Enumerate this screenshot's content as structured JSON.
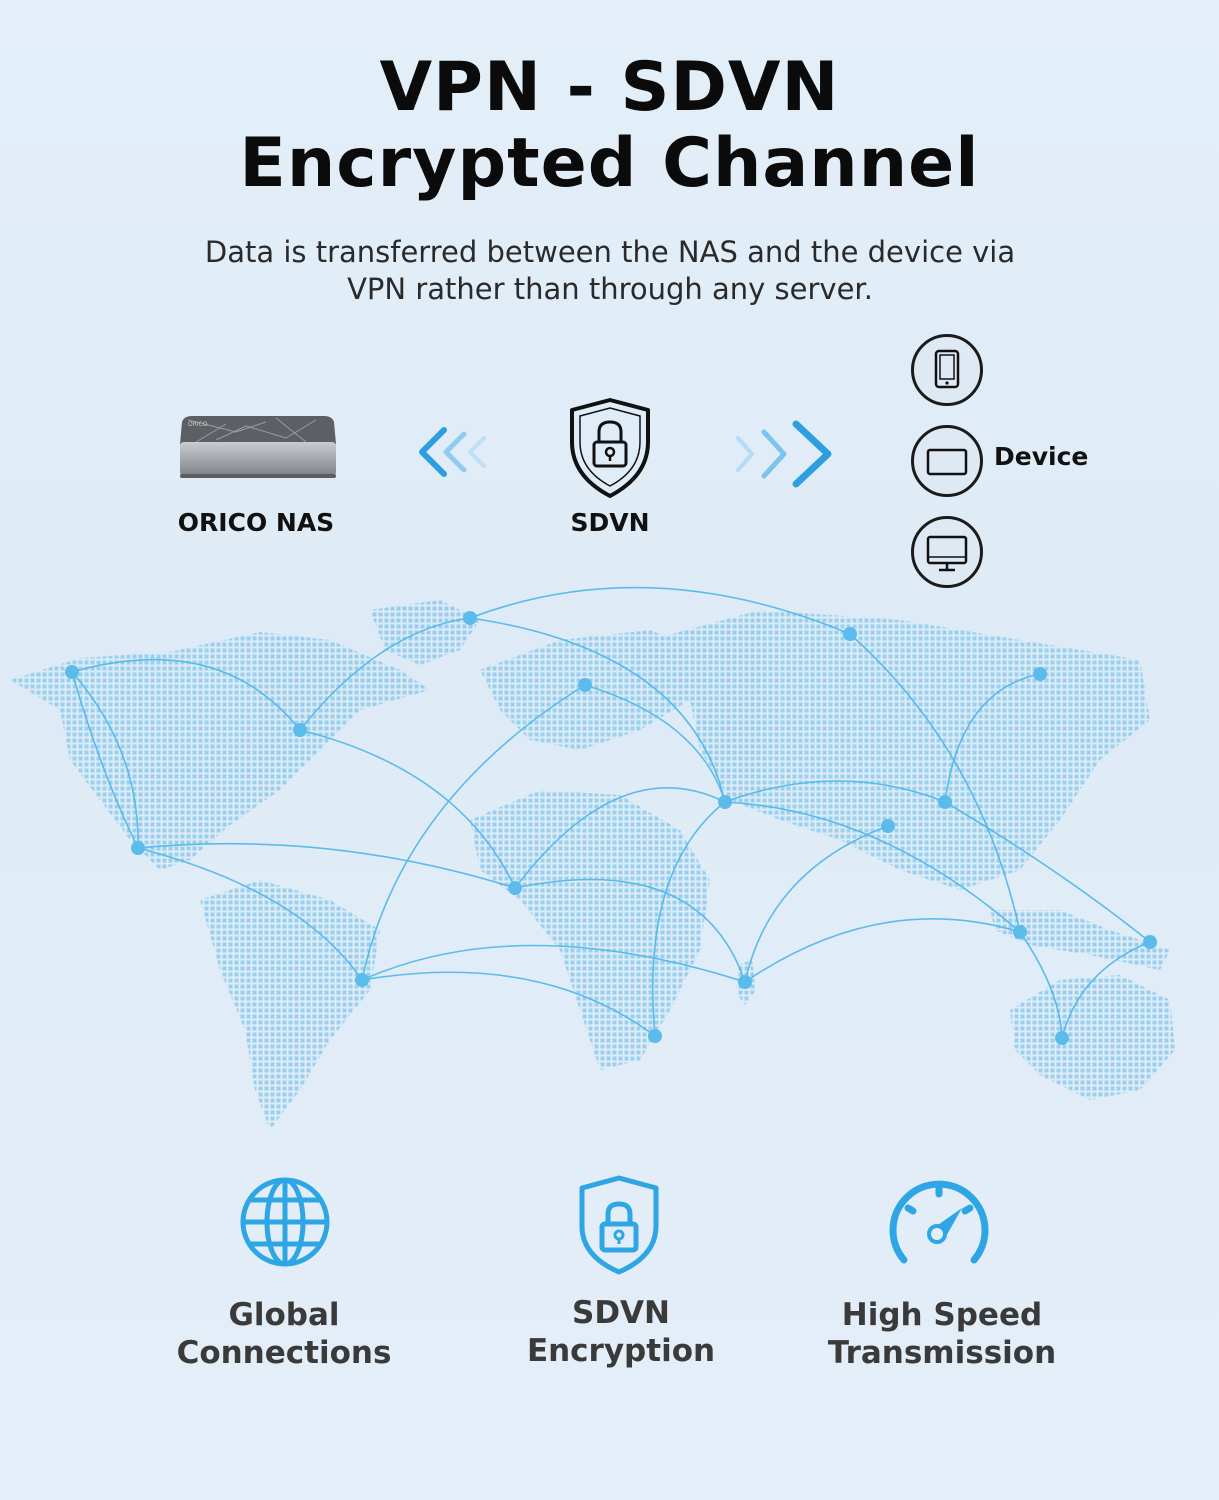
{
  "header": {
    "title_line1": "VPN - SDVN",
    "title_line2": "Encrypted Channel",
    "subtitle_line1": "Data is transferred between the NAS and the device via",
    "subtitle_line2": "VPN rather than through any server."
  },
  "diagram": {
    "nas_label": "ORICO NAS",
    "sdvn_label": "SDVN",
    "device_label": "Device",
    "device_icons": [
      "tablet-icon",
      "laptop-icon",
      "monitor-icon"
    ]
  },
  "features": [
    {
      "line1": "Global",
      "line2": "Connections",
      "icon": "globe-icon"
    },
    {
      "line1": "SDVN",
      "line2": "Encryption",
      "icon": "shield-lock-icon"
    },
    {
      "line1": "High Speed",
      "line2": "Transmission",
      "icon": "speedometer-icon"
    }
  ],
  "colors": {
    "accent": "#3aaee8",
    "map": "#8ccbee",
    "text": "#111111"
  }
}
